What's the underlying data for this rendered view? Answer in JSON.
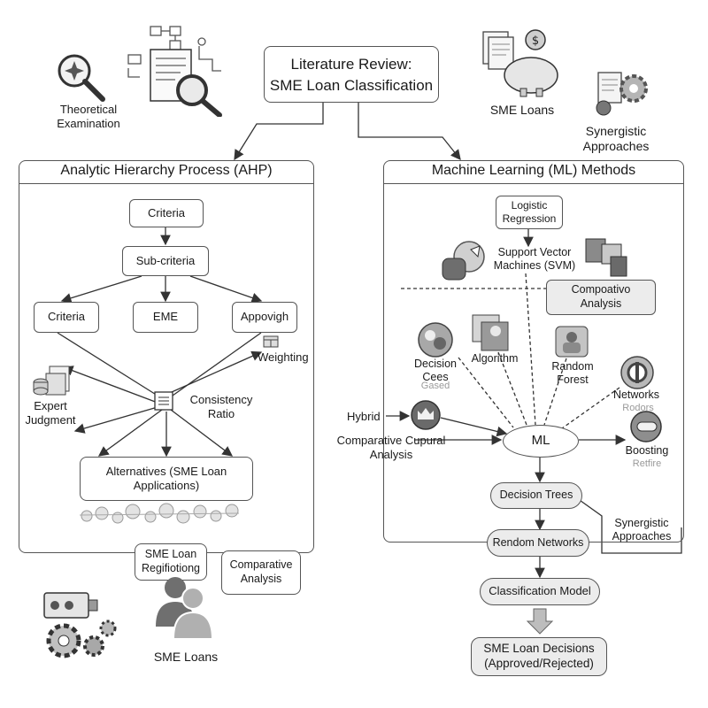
{
  "title": {
    "line1": "Literature Review:",
    "line2": "SME Loan Classification"
  },
  "top_icons": {
    "theoretical": "Theoretical\nExamination",
    "sme_loans": "SME Loans",
    "synergistic": "Synergistic\nApproaches"
  },
  "ahp": {
    "title": "Analytic Hierarchy Process (AHP)",
    "criteria_top": "Criteria",
    "subcriteria": "Sub-criteria",
    "criteria": "Criteria",
    "eme": "EME",
    "appovigh": "Appovigh",
    "weighting": "Weighting",
    "consistency": "Consistency\nRatio",
    "expert": "Expert\nJudgment",
    "alternatives": "Alternatives (SME Loan\nApplications)"
  },
  "ml": {
    "title": "Machine Learning (ML) Methods",
    "logistic": "Logistic\nRegression",
    "svm": "Support Vector\nMachines (SVM)",
    "compoativo": "Compoativo\nAnalysis",
    "decision_cees": "Decision\nCees",
    "decision_faded": "Gased",
    "algorithm": "Algorithm",
    "random_forest": "Random\nForest",
    "networks": "Networks",
    "networks_faded": "Rodors",
    "hybrid": "Hybrid",
    "comparative": "Comparative Cupural\nAnalysis",
    "ml": "ML",
    "boosting": "Boosting",
    "boosting_faded": "Retfire",
    "decision_trees": "Decision Trees",
    "synergistic": "Synergistic\nApproaches",
    "rendom": "Rendom Networks",
    "classification": "Classification Model",
    "decisions": "SME Loan Decisions\n(Approved/Rejected)"
  },
  "bottom": {
    "bubble1": "SME Loan\nRegifiotiong",
    "bubble2": "Comparative\nAnalysis",
    "sme_loans": "SME Loans"
  }
}
